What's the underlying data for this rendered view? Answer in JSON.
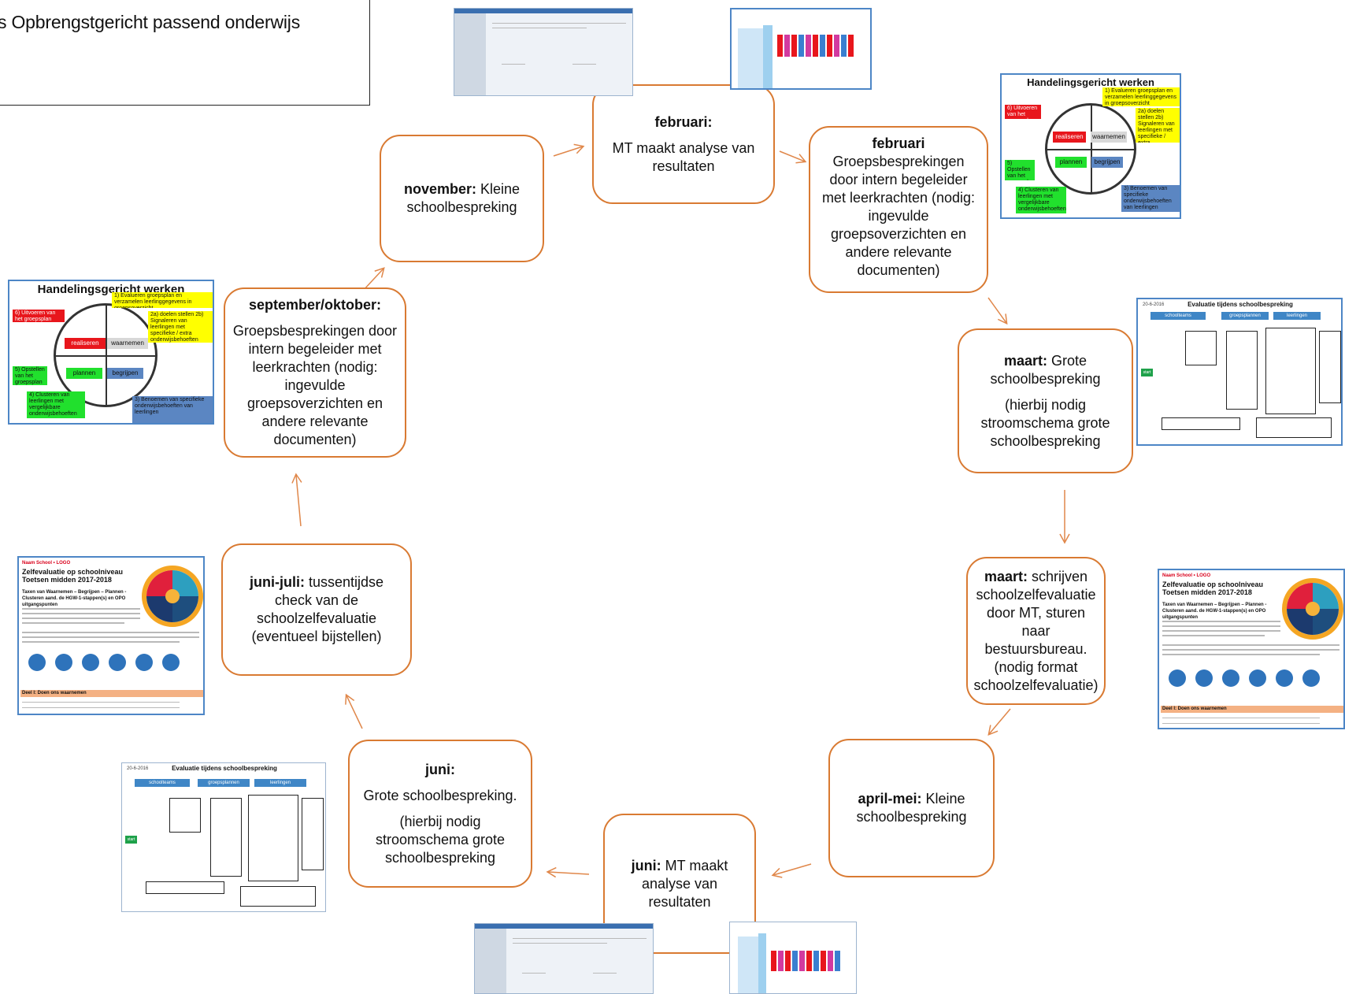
{
  "title": {
    "prefix_hidden": "…",
    "text": "s Opbrengstgericht passend onderwijs"
  },
  "nodes": {
    "feb_mt": {
      "bold": "februari:",
      "text": "MT maakt analyse van resultaten"
    },
    "feb_groep": {
      "bold": "februari",
      "text": "Groepsbesprekingen door intern begeleider met leerkrachten (nodig: ingevulde groepsoverzichten en andere relevante documenten)"
    },
    "maart_grote": {
      "bold": "maart:",
      "text": " Grote schoolbespreking",
      "text2": "(hierbij nodig stroomschema grote schoolbespreking"
    },
    "maart_schrijven": {
      "bold": "maart:",
      "text": " schrijven schoolzelfevaluatie door MT, sturen naar bestuursbureau. (nodig format schoolzelfevaluatie)"
    },
    "april_mei": {
      "bold": "april-mei:",
      "text": " Kleine schoolbespreking"
    },
    "juni_mt": {
      "bold": "juni:",
      "text": " MT maakt analyse van resultaten"
    },
    "juni_grote": {
      "bold": "juni:",
      "text": "Grote schoolbespreking.",
      "text2": "(hierbij nodig stroomschema grote schoolbespreking"
    },
    "juni_juli": {
      "bold": "juni-juli:",
      "text": " tussentijdse check van de schoolzelfevaluatie (eventueel bijstellen)"
    },
    "sept_okt": {
      "bold": "september/oktober:",
      "text": "Groepsbesprekingen door intern begeleider met leerkrachten (nodig: ingevulde groepsoverzichten en andere relevante documenten)"
    },
    "november": {
      "bold": "november:",
      "text": " Kleine schoolbespreking"
    }
  },
  "thumbnails": {
    "hgw": {
      "title": "Handelingsgericht werken",
      "step1": "1) Evalueren groepsplan en verzamelen leerlinggegevens in groepsoverzicht",
      "step2": "2a) doelen stellen 2b) Signaleren van leerlingen met specifieke / extra onderwijsbehoeften",
      "step3": "3) Benoemen van specifieke onderwijsbehoeften van leerlingen",
      "step4": "4) Clusteren van leerlingen met vergelijkbare onderwijsbehoeften",
      "step5": "5) Opstellen van het groepsplan",
      "step6": "6) Uitvoeren van het groepsplan",
      "q_realiseren": "realiseren",
      "q_waarnemen": "waarnemen",
      "q_plannen": "plannen",
      "q_begrijpen": "begrijpen"
    },
    "flow": {
      "date": "20-6-2016",
      "title": "Evaluatie tijdens schoolbespreking",
      "col1": "schoolteams",
      "col2": "groepsplannen",
      "col3": "leerlingen",
      "start": "start"
    },
    "doc": {
      "school": "Naam School • LOGO",
      "title": "Zelfevaluatie op schoolniveau",
      "subtitle": "Toetsen midden 2017-2018",
      "heading": "Taxen van Waarnemen – Begrijpen – Plannen - Clusteren aand. de HGW-1-stappen(s) en OPO uitgangspunten",
      "section": "Deel I: Doen ons waarnemen"
    }
  },
  "colors": {
    "node_border": "#d97a32",
    "arrow": "#e0874a",
    "thumb_border": "#4d86c6"
  }
}
